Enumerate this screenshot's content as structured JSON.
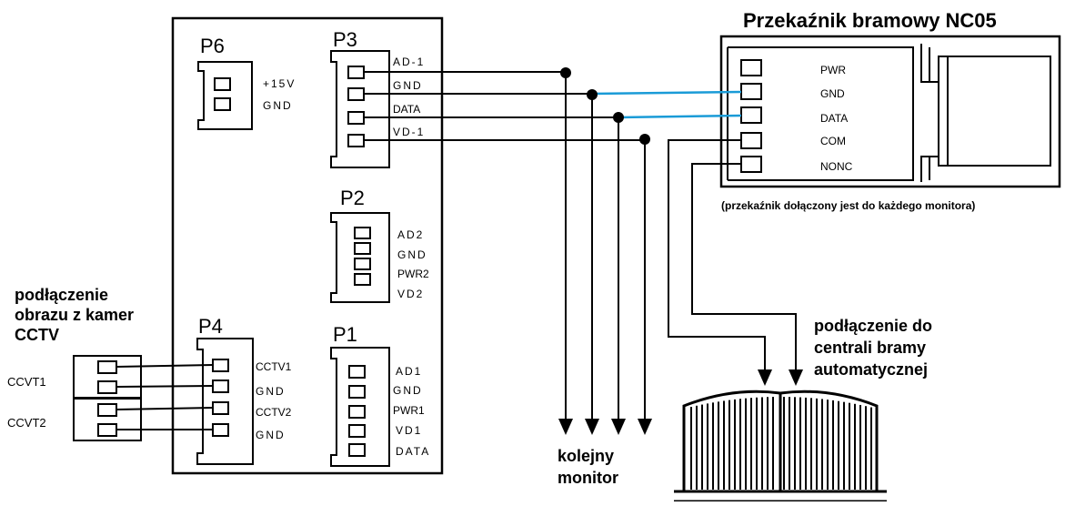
{
  "relay": {
    "title": "Przekaźnik bramowy NC05",
    "note": "(przekaźnik dołączony jest do każdego monitora)",
    "pins": [
      "PWR",
      "GND",
      "DATA",
      "COM",
      "NONC"
    ]
  },
  "board": {
    "p6": {
      "name": "P6",
      "pins": [
        "+15V",
        "GND"
      ]
    },
    "p3": {
      "name": "P3",
      "pins": [
        "AD-1",
        "GND",
        "DATA",
        "VD-1"
      ]
    },
    "p2": {
      "name": "P2",
      "pins": [
        "AD2",
        "GND",
        "PWR2",
        "VD2"
      ]
    },
    "p1": {
      "name": "P1",
      "pins": [
        "AD1",
        "GND",
        "PWR1",
        "VD1",
        "DATA"
      ]
    },
    "p4": {
      "name": "P4",
      "pins": [
        "CCTV1",
        "GND",
        "CCTV2",
        "GND"
      ]
    }
  },
  "cctv": {
    "caption": [
      "podłączenie",
      "obrazu z kamer",
      "CCTV"
    ],
    "labels": [
      "CCVT1",
      "CCVT2"
    ]
  },
  "next_monitor": [
    "kolejny",
    "monitor"
  ],
  "gate": [
    "podłączenie do",
    "centrali bramy",
    "automatycznej"
  ],
  "colors": {
    "line": "#000000",
    "highlight": "#1a9bd7"
  }
}
